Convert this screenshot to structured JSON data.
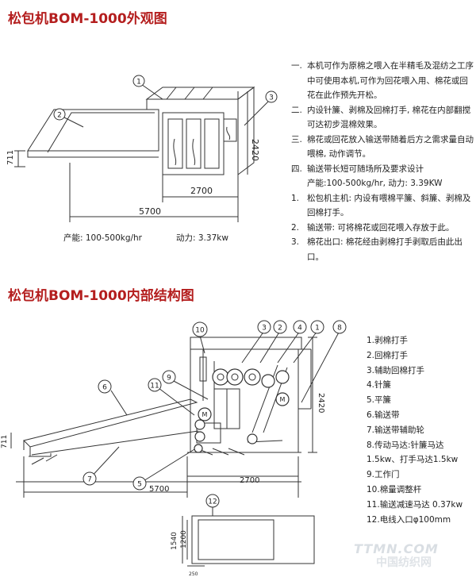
{
  "section1": {
    "title": "松包机BOM-1000外观图",
    "callouts": [
      "1",
      "2",
      "3"
    ],
    "dims": {
      "height": "2420",
      "feed_height": "711",
      "body_length": "2700",
      "total_length": "5700"
    },
    "spec_capacity": "产能: 100-500kg/hr",
    "spec_power": "动力: 3.37kw"
  },
  "notes": [
    {
      "num": "一.",
      "text": "本机可作为原棉之喂入在半精毛及混纺之工序中可使用本机,可作为回花喂入用、棉花或回花在此作预先开松。"
    },
    {
      "num": "二.",
      "text": "内设针簾、剥棉及回棉打手, 棉花在内部翻搅可达初步混棉效果。"
    },
    {
      "num": "三.",
      "text": "棉花或回花放入输送带随着后方之需求量自动喂棉, 动作调节。"
    },
    {
      "num": "四.",
      "text": "输送带长短可随场所及要求设计"
    },
    {
      "num": "",
      "text": "产能:100-500kg/hr, 动力: 3.39KW"
    },
    {
      "num": "1.",
      "text": "松包机主机: 内设有喂棉平簾、斜簾、剥棉及回棉打手。"
    },
    {
      "num": "2.",
      "text": "输送带: 可将棉花或回花喂入存放于此。"
    },
    {
      "num": "3.",
      "text": "棉花出口: 棉花经由剥棉打手剥取后由此出口。"
    }
  ],
  "section2": {
    "title": "松包机BOM-1000内部结构图",
    "callouts": [
      "10",
      "3",
      "2",
      "4",
      "1",
      "8",
      "6",
      "11",
      "9",
      "7",
      "5",
      "12"
    ],
    "motor_label": "M",
    "dims": {
      "height": "2420",
      "feed_height": "711",
      "body_length": "2700",
      "total_length": "5700",
      "plan_width": "1540",
      "plan_inner": "1200",
      "plan_small": "250"
    }
  },
  "parts": [
    "1.剥棉打手",
    "2.回棉打手",
    "3.辅助回棉打手",
    "4.针簾",
    "5.平簾",
    "6.输送带",
    "7.输送带辅助轮",
    "8.传动马达:针簾马达",
    "1.5kw、打手马达1.5kw",
    "9.工作门",
    "10.棉量调整杆",
    "11.输送减速马达 0.37kw",
    "12.电线入口φ100mm"
  ],
  "watermark": {
    "line1": "TTMN.COM",
    "line2": "中国纺织网"
  },
  "colors": {
    "title": "#b41e1e",
    "line": "#333333"
  }
}
